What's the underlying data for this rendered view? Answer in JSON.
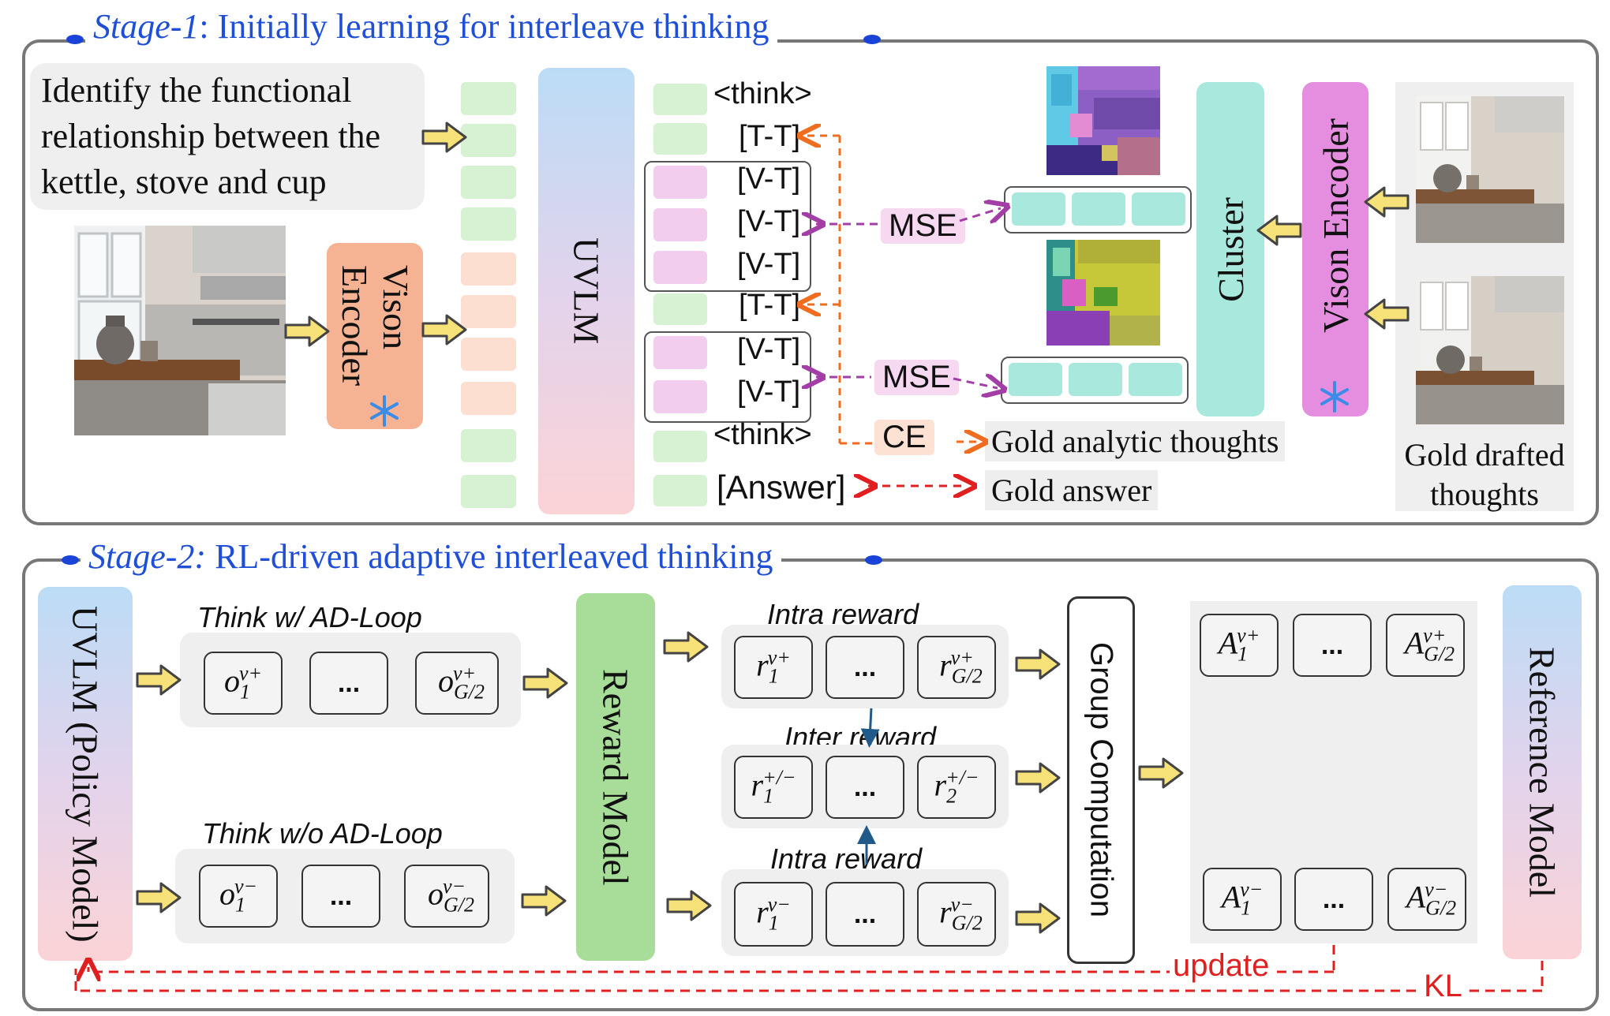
{
  "stage1": {
    "title_em": "Stage-1",
    "title_rest": ": Initially learning for interleave thinking",
    "question": "Identify the functional relationship between the kettle, stove and cup",
    "vision_encoder_left": "Vison Encoder",
    "uvlm": "UVLM",
    "tokens": [
      "<think>",
      "[T-T]",
      "[V-T]",
      "[V-T]",
      "[V-T]",
      "[T-T]",
      "[V-T]",
      "[V-T]",
      "<think>",
      "[Answer]"
    ],
    "losses": {
      "mse": "MSE",
      "ce": "CE"
    },
    "cluster": "Cluster",
    "vision_encoder_right": "Vison Encoder",
    "gold_analytic": "Gold analytic thoughts",
    "gold_answer": "Gold answer",
    "gold_drafted": "Gold drafted thoughts"
  },
  "stage2": {
    "title_em": "Stage-2:",
    "title_rest": " RL-driven adaptive interleaved thinking",
    "policy": "UVLM (Policy Model)",
    "think_with": "Think w/ AD-Loop",
    "think_without": "Think w/o AD-Loop",
    "reward_model": "Reward Model",
    "intra_reward": "Intra reward",
    "inter_reward": "Inter reward",
    "group_computation": "Group Computation",
    "reference_model": "Reference Model",
    "update": "update",
    "kl": "KL",
    "ellipsis": "...",
    "o": "o",
    "r": "r",
    "A": "A",
    "sub_1": "1",
    "sub_2": "2",
    "sub_g2": "G/2",
    "sup_vplus": "v+",
    "sup_vminus": "v−",
    "sup_pm": "+/−"
  },
  "colors": {
    "stage_title": "#1f4fd6",
    "token_green": "#d6f2d2",
    "token_orange": "#fcdfd1",
    "token_pink": "#f3cdee",
    "cluster_teal": "#a9e8dc",
    "encoder_pink": "#e58ee0",
    "encoder_orange": "#f6b393",
    "reward_green": "#a7dd98",
    "mse_arrow": "#a23ea6",
    "ce_arrow": "#f06c1e",
    "dashed_red": "#e02020"
  },
  "icons": [
    "snowflake-icon",
    "arrow-icon",
    "kitchen-photo",
    "segmentation-map"
  ]
}
